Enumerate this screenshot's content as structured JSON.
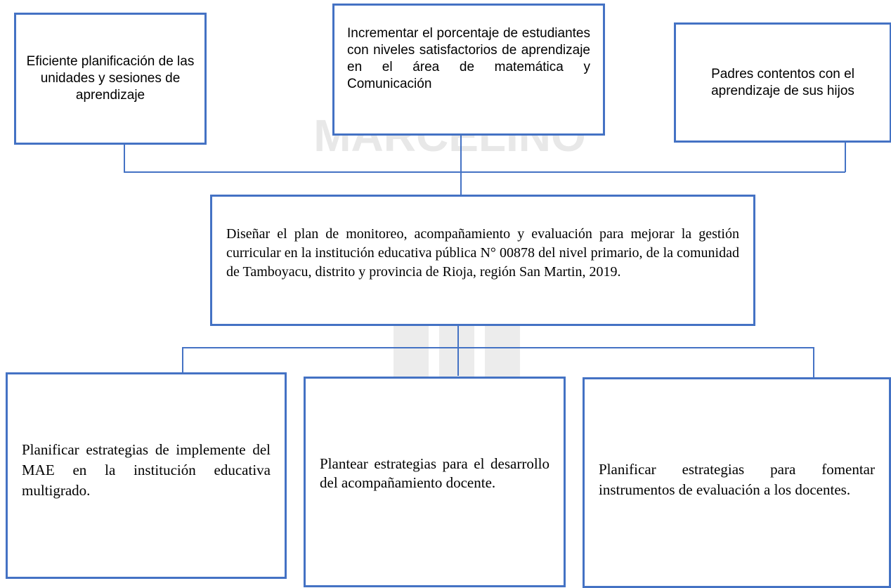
{
  "effects": [
    {
      "text": "Eficiente planificación de las unidades y sesiones de aprendizaje"
    },
    {
      "text": "Incrementar el porcentaje de estudiantes con niveles satisfactorios de aprendizaje en el área de matemática y Comunicación"
    },
    {
      "text": "Padres contentos con el aprendizaje de sus hijos"
    }
  ],
  "objective": {
    "text": "Diseñar el plan de monitoreo, acompañamiento y evaluación para mejorar la gestión curricular en la institución educativa pública N° 00878 del nivel primario, de la comunidad de Tamboyacu, distrito y provincia de Rioja, región San Martin, 2019."
  },
  "strategies": [
    {
      "text": "Planificar estrategias de implemente del MAE en la institución educativa multigrado."
    },
    {
      "text": "Plantear estrategias para el desarrollo del acompañamiento docente."
    },
    {
      "text": "Planificar estrategias para fomentar instrumentos de evaluación a los docentes."
    }
  ],
  "watermark": {
    "text": "MARCELINO"
  },
  "colors": {
    "border": "#4472c4",
    "watermark": "#e6e6e6"
  }
}
